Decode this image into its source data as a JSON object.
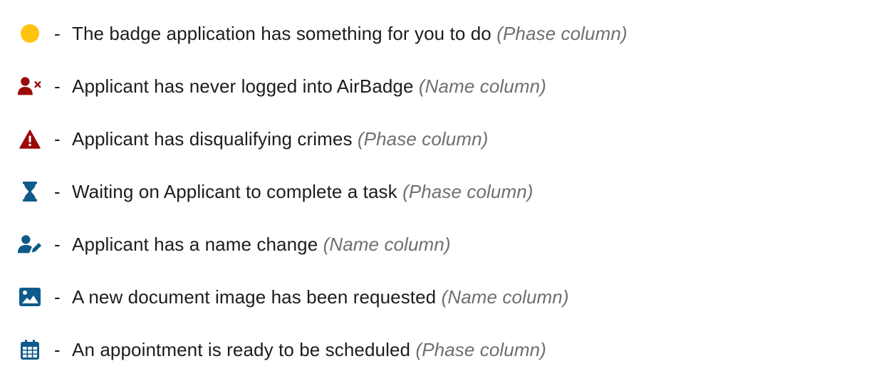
{
  "colors": {
    "yellow": "#FFC20E",
    "red": "#9B0A0A",
    "blue": "#0F5A8A",
    "text": "#1D1D1F",
    "note": "#6E6E73"
  },
  "separator": "-",
  "items": [
    {
      "icon": "yellow-dot-icon",
      "description": "The badge application has something for you to do",
      "note": "(Phase column)"
    },
    {
      "icon": "user-x-icon",
      "description": "Applicant has never logged into AirBadge",
      "note": "(Name column)"
    },
    {
      "icon": "warning-triangle-icon",
      "description": "Applicant has disqualifying crimes",
      "note": "(Phase column)"
    },
    {
      "icon": "hourglass-icon",
      "description": "Waiting on Applicant to complete a task",
      "note": "(Phase column)"
    },
    {
      "icon": "user-edit-icon",
      "description": "Applicant has a name change",
      "note": "(Name column)"
    },
    {
      "icon": "image-icon",
      "description": "A new document image has been requested",
      "note": "(Name column)"
    },
    {
      "icon": "calendar-icon",
      "description": "An appointment is ready to be scheduled",
      "note": "(Phase column)"
    }
  ]
}
